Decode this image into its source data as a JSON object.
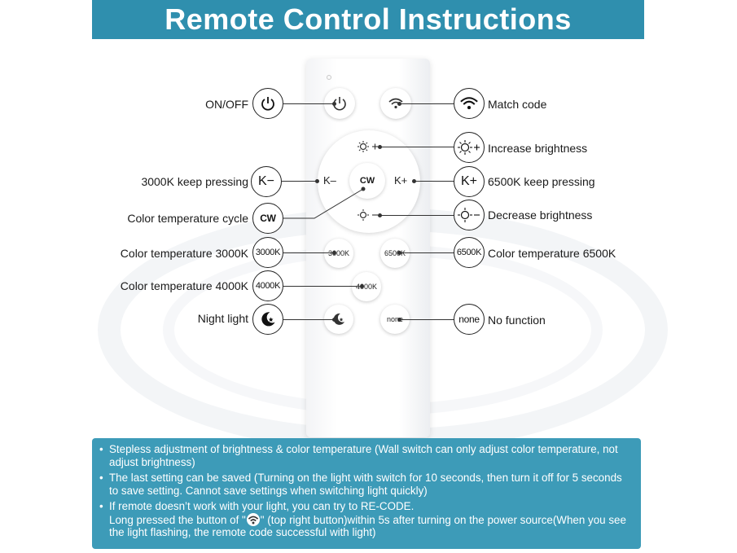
{
  "header": {
    "title": "Remote Control Instructions"
  },
  "remote": {
    "onoff_top": "ON",
    "onoff_side": "OFF",
    "dial_center": "CW",
    "dial_left": "K–",
    "dial_right": "K+",
    "btn_3000": "3000K",
    "btn_6500": "6500K",
    "btn_4000": "4000K",
    "btn_none": "none"
  },
  "left_labels": {
    "onoff": "ON/OFF",
    "k_minus": "3000K keep pressing",
    "cycle": "Color temperature cycle",
    "ct3000": "Color temperature 3000K",
    "ct4000": "Color temperature 4000K",
    "night": "Night light"
  },
  "right_labels": {
    "match": "Match code",
    "inc": "Increase brightness",
    "k_plus": "6500K keep pressing",
    "dec": "Decrease brightness",
    "ct6500": "Color temperature 6500K",
    "nofunc": "No function"
  },
  "icons": {
    "k_minus": "K−",
    "k_plus": "K+",
    "cw": "CW",
    "k3000": "3000K",
    "k4000": "4000K",
    "k6500": "6500K",
    "none": "none"
  },
  "info": {
    "item1": "Stepless adjustment of brightness & color temperature (Wall switch can only adjust color temperature, not adjust brightness)",
    "item2": "The last setting can be saved (Turning on the light with switch for 10 seconds, then turn it off for 5 seconds to save setting. Cannot save settings when switching light quickly)",
    "item3_a": "If remote doesn’t work with your light, you can try to RE-CODE.",
    "item3_b": "Long pressed the button of \"",
    "item3_c": "\" (top right button)within 5s after turning on the power source(When you see the light flashing, the remote code successful with light)"
  },
  "colors": {
    "banner": "#2f8fae",
    "info": "#3d9bb8"
  }
}
